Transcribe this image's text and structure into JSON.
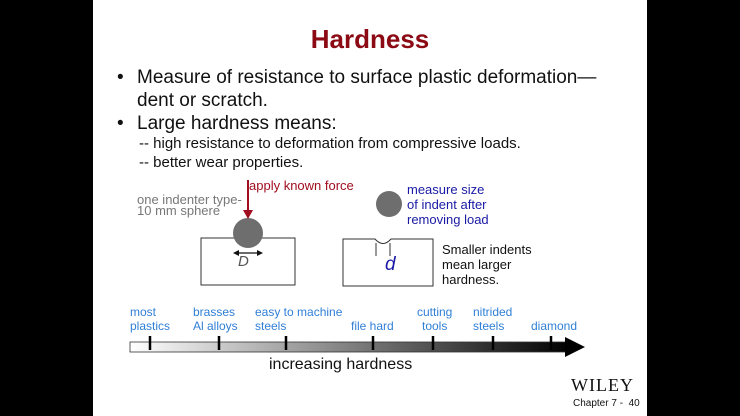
{
  "slide": {
    "title": "Hardness",
    "bullets": [
      {
        "line1": "Measure of resistance to surface plastic deformation—",
        "line2": "dent or scratch."
      },
      {
        "line1": "Large hardness means:"
      }
    ],
    "sub_bullets": [
      "-- high resistance to deformation from compressive loads.",
      "-- better wear properties."
    ],
    "diagram": {
      "indenter_label_1": "one indenter type-",
      "indenter_label_2": "10 mm sphere",
      "force_label": "apply known force",
      "diameter_label": "D",
      "measure_label": [
        "measure size",
        "of indent after",
        "removing load"
      ],
      "indent_label": "d",
      "conclusion": [
        "Smaller indents",
        "mean larger",
        "hardness."
      ]
    },
    "scale": {
      "axis_label": "increasing hardness",
      "items": [
        {
          "line1": "most",
          "line2": "plastics"
        },
        {
          "line1": "brasses",
          "line2": "Al alloys"
        },
        {
          "line1": "easy to machine",
          "line2": "steels"
        },
        {
          "line1": "",
          "line2": "file hard"
        },
        {
          "line1": "cutting",
          "line2": "tools"
        },
        {
          "line1": "nitrided",
          "line2": "steels"
        },
        {
          "line1": "",
          "line2": "diamond"
        }
      ]
    },
    "footer": {
      "publisher": "WILEY",
      "chapter": "Chapter 7 -",
      "page": "40"
    },
    "colors": {
      "title": "#8b0a14",
      "force": "#a00e20",
      "measure": "#1a1aa6",
      "scale_labels": "#2f7fd6"
    }
  }
}
